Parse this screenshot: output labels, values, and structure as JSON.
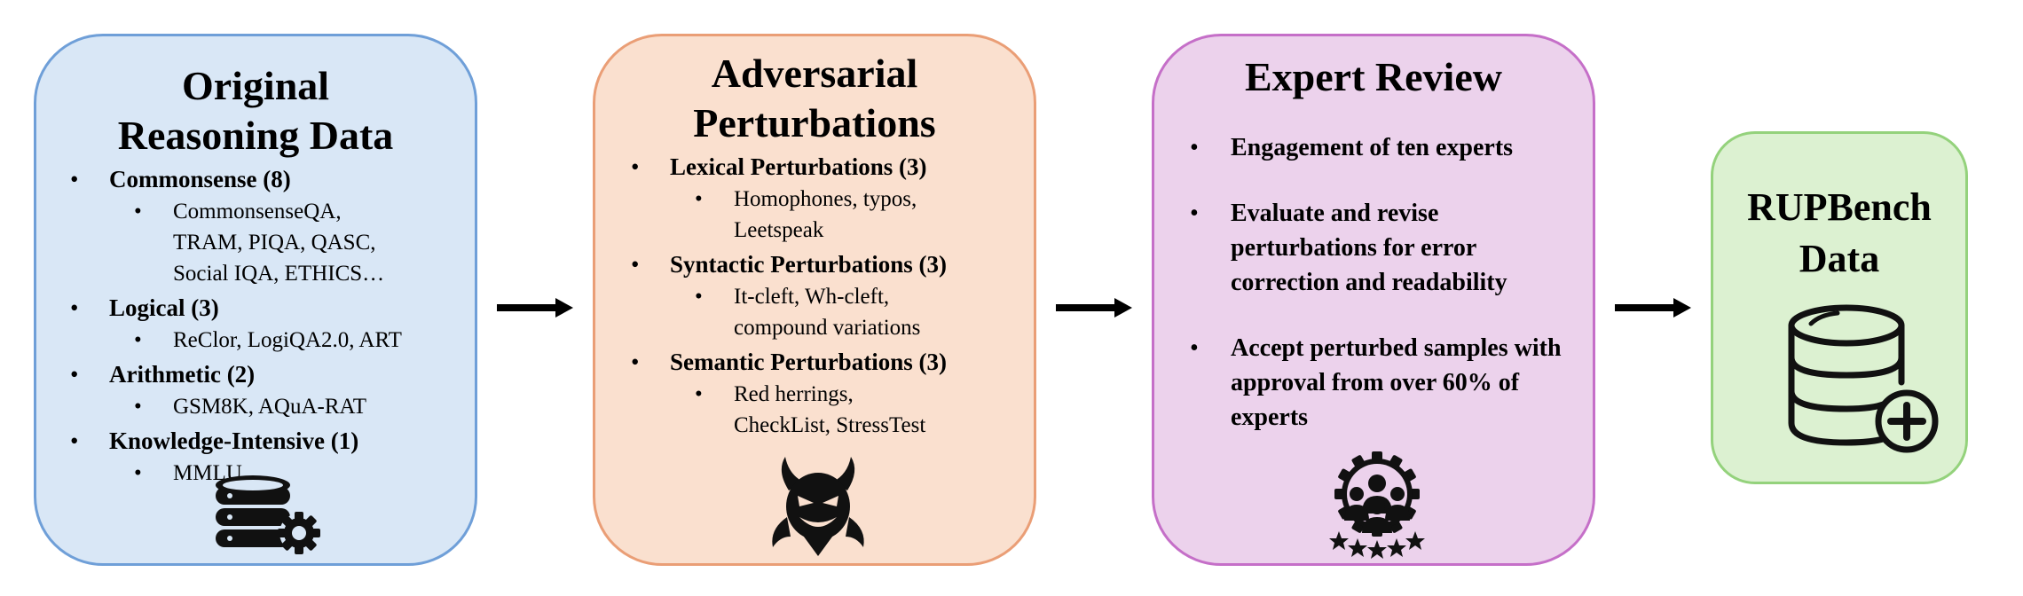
{
  "boxes": {
    "original": {
      "title_line1": "Original",
      "title_line2": "Reasoning Data",
      "items": [
        {
          "label": "Commonsense (8)",
          "sub": [
            "CommonsenseQA,",
            "TRAM, PIQA, QASC,",
            "Social IQA, ETHICS…"
          ]
        },
        {
          "label": "Logical (3)",
          "sub": [
            "ReClor, LogiQA2.0, ART"
          ]
        },
        {
          "label": "Arithmetic (2)",
          "sub": [
            "GSM8K, AQuA-RAT"
          ]
        },
        {
          "label": "Knowledge-Intensive (1)",
          "sub": [
            "MMLU"
          ]
        }
      ],
      "icon": "database-gear-icon",
      "color": "#d9e7f6"
    },
    "adversarial": {
      "title_line1": "Adversarial",
      "title_line2": "Perturbations",
      "items": [
        {
          "label": "Lexical Perturbations (3)",
          "sub": [
            "Homophones, typos,",
            "Leetspeak"
          ]
        },
        {
          "label": "Syntactic Perturbations (3)",
          "sub": [
            "It-cleft, Wh-cleft,",
            "compound variations"
          ]
        },
        {
          "label": "Semantic Perturbations (3)",
          "sub": [
            "Red herrings,",
            "CheckList, StressTest"
          ]
        }
      ],
      "icon": "devil-icon",
      "color": "#fae0cf"
    },
    "expert": {
      "title": "Expert Review",
      "items": [
        "Engagement of ten experts",
        "Evaluate and revise perturbations for error correction and readability",
        "Accept perturbed samples with approval from over 60% of experts"
      ],
      "icon": "experts-gear-icon",
      "color": "#ecd2ec"
    },
    "rupbench": {
      "title_line1": "RUPBench",
      "title_line2": "Data",
      "icon": "database-plus-icon",
      "color": "#dcf1d1"
    }
  },
  "arrows": [
    "right-arrow-icon",
    "right-arrow-icon",
    "right-arrow-icon"
  ]
}
